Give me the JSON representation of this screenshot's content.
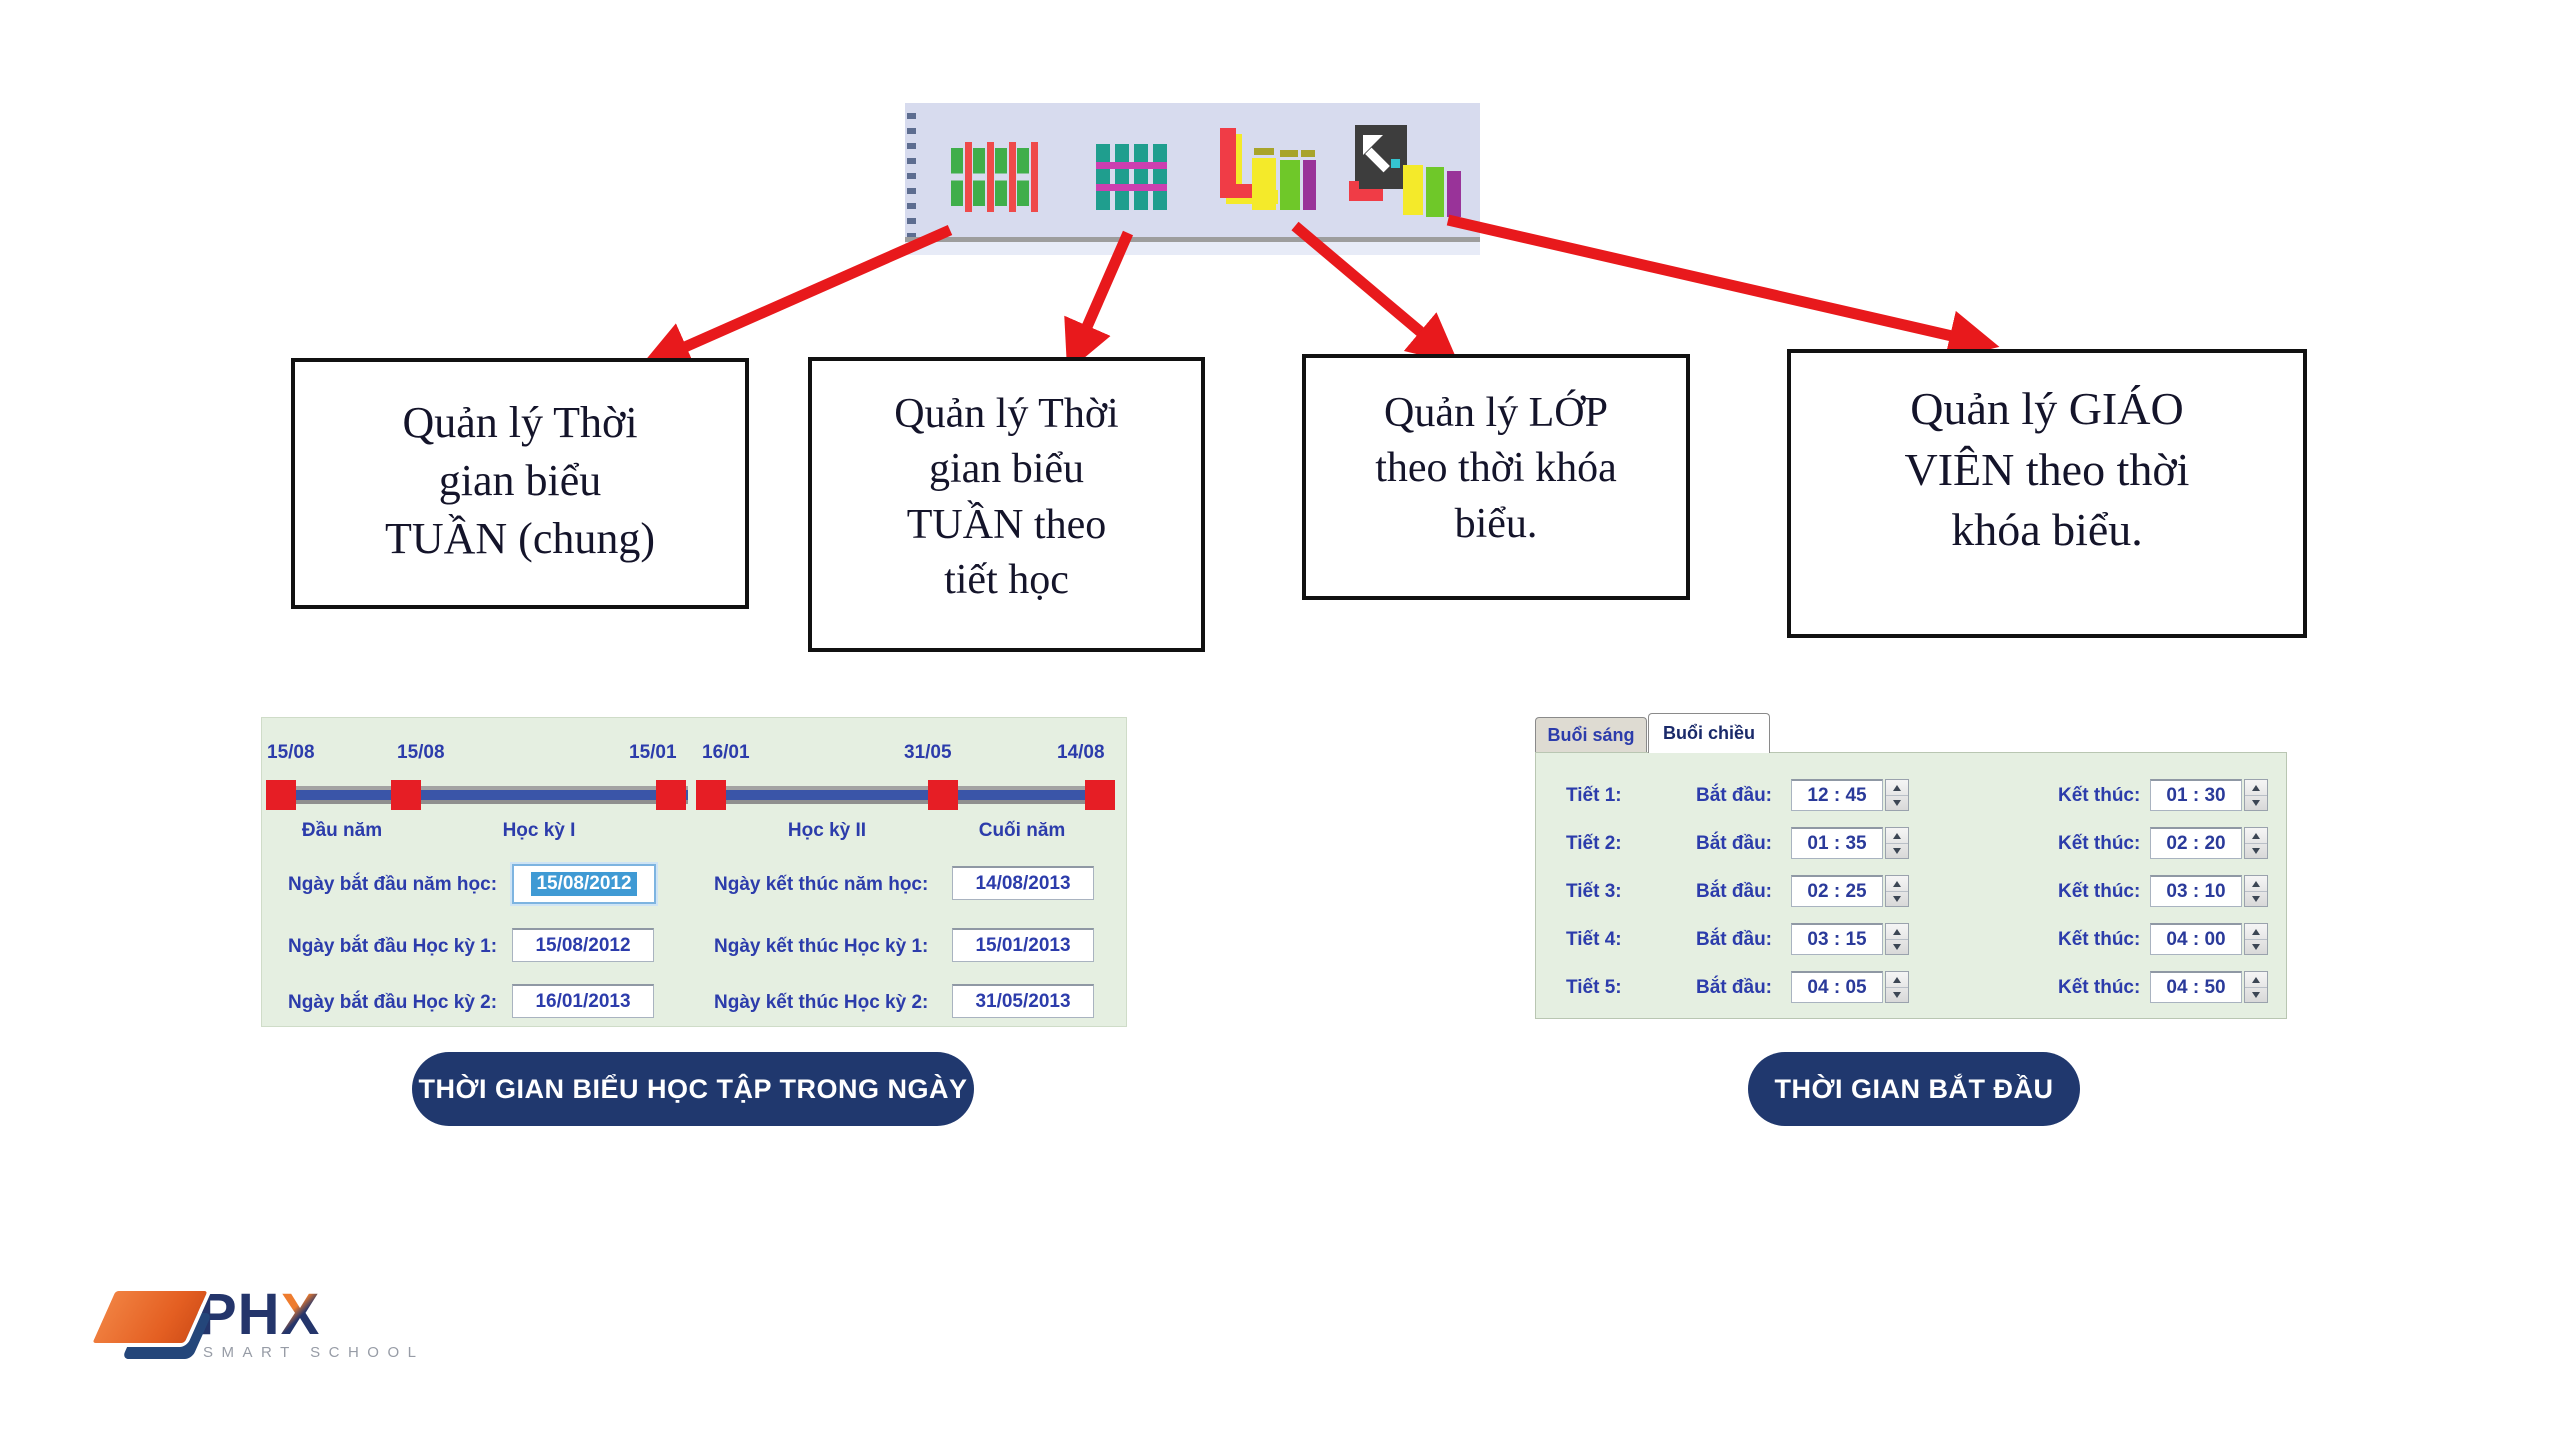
{
  "colors": {
    "accent_red": "#e8191c",
    "pill_navy": "#20386e",
    "panel_green": "#e5efe1",
    "timeline_blue": "#3a55a8",
    "label_blue": "#2c3cab",
    "toolbar_bg": "#d7dbee",
    "logo_orange": "#e8632c",
    "logo_navy": "#24356b"
  },
  "toolbar": {
    "icons": [
      {
        "name": "weekly-timetable-icon"
      },
      {
        "name": "period-timetable-icon"
      },
      {
        "name": "class-timetable-icon"
      },
      {
        "name": "teacher-timetable-icon"
      }
    ]
  },
  "boxes": [
    {
      "lines": [
        "Quản lý Thời",
        "gian biểu",
        "TUẦN (chung)"
      ]
    },
    {
      "lines": [
        "Quản lý Thời",
        "gian biểu",
        "TUẦN theo",
        "tiết học"
      ]
    },
    {
      "lines": [
        "Quản lý LỚP",
        "theo thời khóa",
        "biểu."
      ]
    },
    {
      "lines": [
        "Quản lý GIÁO",
        "VIÊN theo thời",
        "khóa biểu."
      ]
    }
  ],
  "left_panel": {
    "timeline": {
      "markers": [
        "15/08",
        "15/08",
        "15/01",
        "16/01",
        "31/05",
        "14/08"
      ],
      "segments": [
        "Đầu năm",
        "Học kỳ I",
        "Học kỳ II",
        "Cuối năm"
      ]
    },
    "fields": [
      {
        "label": "Ngày bắt đầu năm học:",
        "value": "15/08/2012"
      },
      {
        "label": "Ngày kết thúc năm học:",
        "value": "14/08/2013"
      },
      {
        "label": "Ngày bắt đầu Học kỳ 1:",
        "value": "15/08/2012"
      },
      {
        "label": "Ngày kết thúc Học kỳ 1:",
        "value": "15/01/2013"
      },
      {
        "label": "Ngày bắt đầu Học kỳ 2:",
        "value": "16/01/2013"
      },
      {
        "label": "Ngày kết thúc Học kỳ 2:",
        "value": "31/05/2013"
      }
    ],
    "caption": "THỜI GIAN BIỂU HỌC TẬP TRONG NGÀY"
  },
  "right_panel": {
    "tabs": [
      {
        "label": "Buổi sáng",
        "active": false
      },
      {
        "label": "Buổi chiều",
        "active": true
      }
    ],
    "rows": [
      {
        "period": "Tiết 1:",
        "start_label": "Bắt đầu:",
        "start": "12 : 45",
        "end_label": "Kết thúc:",
        "end": "01 : 30"
      },
      {
        "period": "Tiết 2:",
        "start_label": "Bắt đầu:",
        "start": "01 : 35",
        "end_label": "Kết thúc:",
        "end": "02 : 20"
      },
      {
        "period": "Tiết 3:",
        "start_label": "Bắt đầu:",
        "start": "02 : 25",
        "end_label": "Kết thúc:",
        "end": "03 : 10"
      },
      {
        "period": "Tiết 4:",
        "start_label": "Bắt đầu:",
        "start": "03 : 15",
        "end_label": "Kết thúc:",
        "end": "04 : 00"
      },
      {
        "period": "Tiết 5:",
        "start_label": "Bắt đầu:",
        "start": "04 : 05",
        "end_label": "Kết thúc:",
        "end": "04 : 50"
      }
    ],
    "caption": "THỜI GIAN BẮT ĐẦU"
  },
  "logo": {
    "text_ph": "PH",
    "text_x": "X",
    "subtext": "SMART SCHOOL"
  }
}
